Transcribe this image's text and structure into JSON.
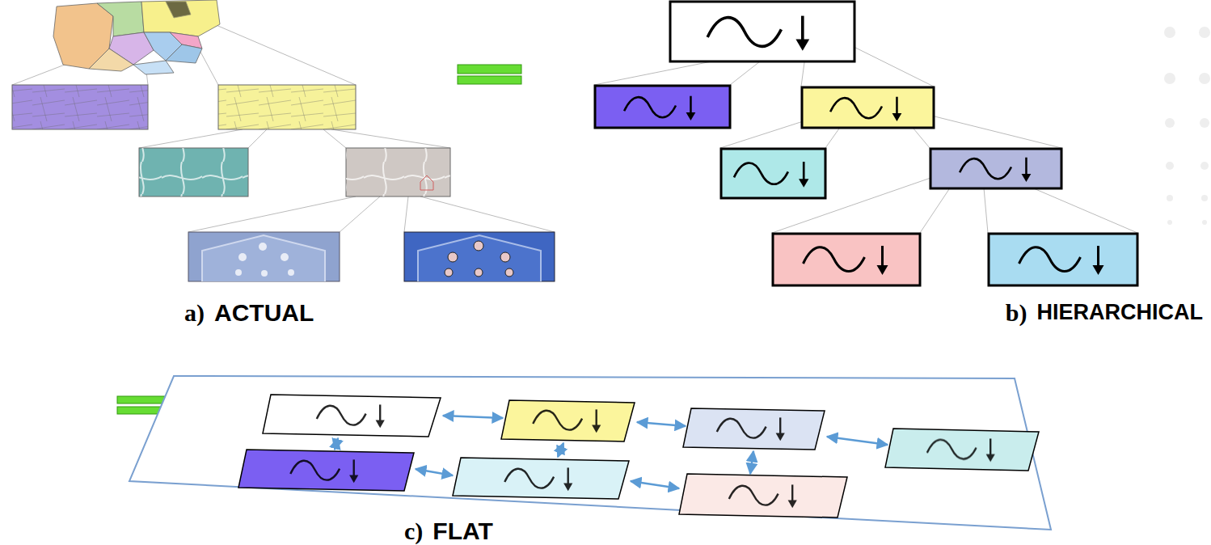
{
  "diagram": {
    "labels": [
      "a)",
      "ACTUAL",
      "b)",
      "HIERARCHICAL",
      "c)",
      "FLAT"
    ]
  }
}
